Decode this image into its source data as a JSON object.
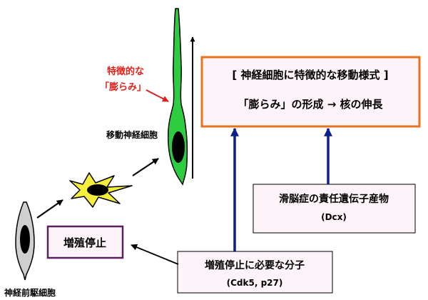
{
  "labels": {
    "progenitor": "神経前駆細胞",
    "migrating_neuron": "移動神経細胞",
    "swelling_line1": "特徴的な",
    "swelling_line2": "「膨らみ」"
  },
  "boxes": {
    "migration_title": "[ 神経細胞に特徴的な移動様式 ]",
    "migration_body": "「膨らみ」の形成 → 核の伸長",
    "arrest": "増殖停止",
    "dcx_line1": "滑脳症の責任遺伝子産物",
    "dcx_line2": "(Dcx)",
    "molecules_line1": "増殖停止に必要な分子",
    "molecules_line2": "(Cdk5, p27)"
  },
  "colors": {
    "accent_orange": "#e8731c",
    "accent_purple": "#5a1f5e",
    "accent_red": "#e0201a",
    "arrow_navy": "#0d1f8c",
    "neuron_green": "#2ecc40",
    "multipolar_yellow": "#f5ee3a",
    "progenitor_gray": "#cfcfcf",
    "box_fill": "#fdf4f9"
  }
}
